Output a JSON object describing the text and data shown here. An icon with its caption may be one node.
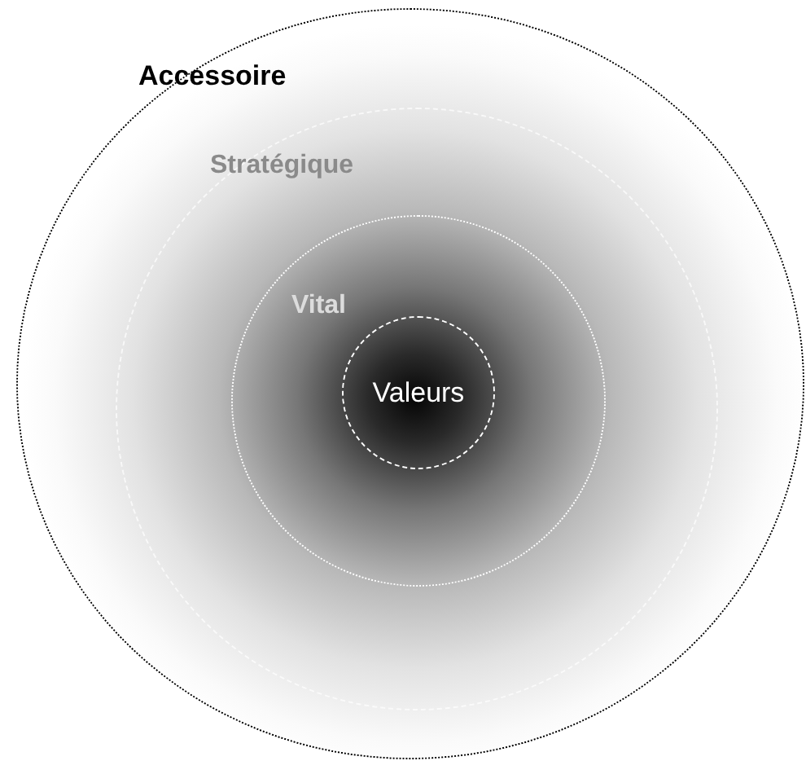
{
  "diagram": {
    "nodes": [
      {
        "text": [
          "Accessoire"
        ]
      },
      {
        "text": [
          "Stratégique"
        ],
        "in": 0
      },
      {
        "text": [
          "Vital"
        ],
        "in": 1
      },
      {
        "text": [
          "Valeurs"
        ],
        "in": 2
      }
    ]
  }
}
